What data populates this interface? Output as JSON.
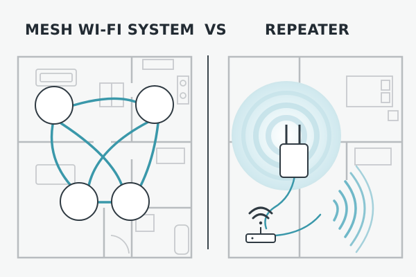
{
  "header": {
    "left_title": "MESH WI-FI SYSTEM",
    "vs_label": "VS",
    "right_title": "REPEATER"
  },
  "colors": {
    "background": "#f6f7f7",
    "title_text": "#222b33",
    "wall_line": "#b8bcbf",
    "furniture_line": "#c7cacd",
    "mesh_link": "#3a98aa",
    "node_fill": "#ffffff",
    "node_stroke": "#2f3a42",
    "signal_wave": "#6fb8c8",
    "signal_glow": "#d3ebf0",
    "device_stroke": "#2f3a42"
  },
  "icons": {
    "mesh_node": "mesh-node-icon",
    "repeater": "repeater-icon",
    "router": "router-icon",
    "wifi": "wifi-icon",
    "wireless_waves": "wireless-waves-icon"
  }
}
